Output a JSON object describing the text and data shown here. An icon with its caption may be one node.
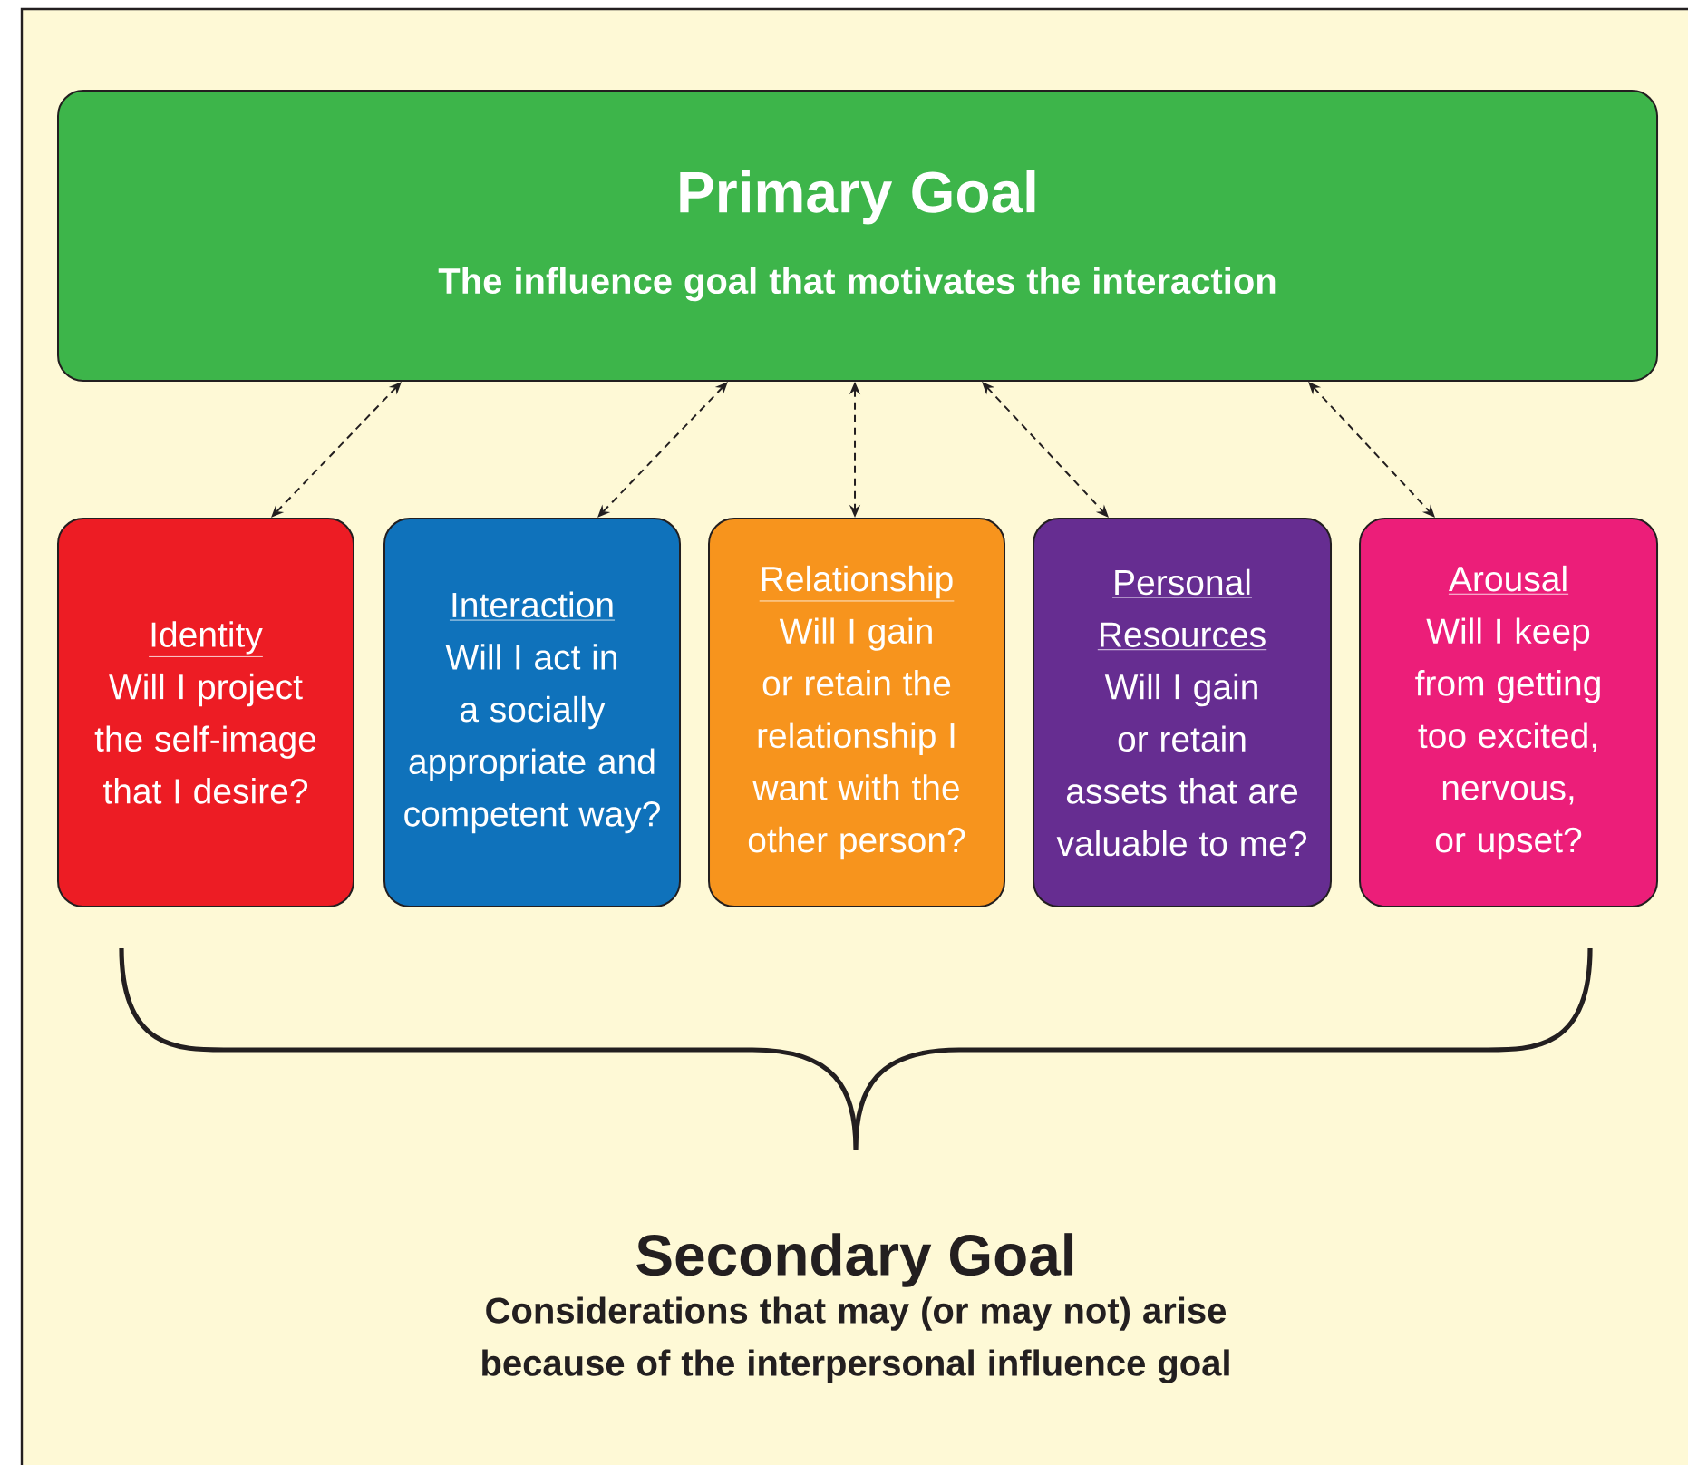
{
  "diagram": {
    "nodes": [
      {
        "text": [
          "Primary Goal",
          "The influence goal that motivates the interaction"
        ]
      },
      {
        "text": [
          "Identity",
          "Will I project the self-image that I desire?"
        ]
      },
      {
        "text": [
          "Interaction",
          "Will I act in a socially appropriate and competent way?"
        ]
      },
      {
        "text": [
          "Relationship",
          "Will I gain or retain the relationship I want with the other person?"
        ]
      },
      {
        "text": [
          "Personal Resources",
          "Will I gain or retain assets that are valuable to me?"
        ]
      },
      {
        "text": [
          "Arousal",
          "Will I keep from getting too excited, nervous, or upset?"
        ]
      }
    ],
    "edges": [
      {
        "from": 0,
        "to": 1,
        "arrow": "both",
        "style": "dashed"
      },
      {
        "from": 0,
        "to": 2,
        "arrow": "both",
        "style": "dashed"
      },
      {
        "from": 0,
        "to": 3,
        "arrow": "both",
        "style": "dashed"
      },
      {
        "from": 0,
        "to": 4,
        "arrow": "both",
        "style": "dashed"
      },
      {
        "from": 0,
        "to": 5,
        "arrow": "both",
        "style": "dashed"
      }
    ],
    "labels": [
      "Secondary Goal",
      "Considerations that may (or may not) arise because of the interpersonal influence goal"
    ]
  }
}
